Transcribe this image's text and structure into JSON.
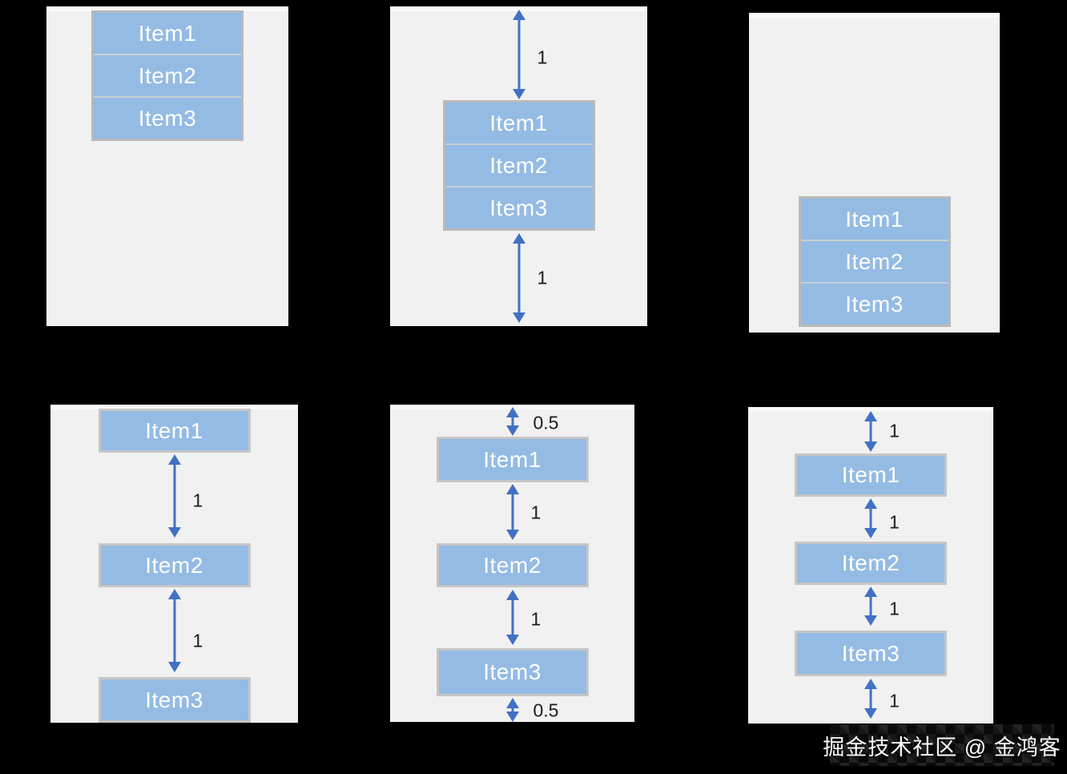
{
  "colors": {
    "canvas_bg": "#000000",
    "panel_bg": "#f1f1f1",
    "item_fill": "#94bbe3",
    "item_text": "#ffffff",
    "item_border": "#c6c6c6",
    "group_border": "#b9b9b9",
    "arrow": "#4171c4",
    "label_text": "#1c1c1c"
  },
  "panels": [
    {
      "items": [
        "Item1",
        "Item2",
        "Item3"
      ],
      "arrow_labels": []
    },
    {
      "items": [
        "Item1",
        "Item2",
        "Item3"
      ],
      "arrow_labels": [
        "1",
        "1"
      ]
    },
    {
      "items": [
        "Item1",
        "Item2",
        "Item3"
      ],
      "arrow_labels": []
    },
    {
      "items": [
        "Item1",
        "Item2",
        "Item3"
      ],
      "arrow_labels": [
        "1",
        "1"
      ]
    },
    {
      "items": [
        "Item1",
        "Item2",
        "Item3"
      ],
      "arrow_labels": [
        "0.5",
        "1",
        "1",
        "0.5"
      ]
    },
    {
      "items": [
        "Item1",
        "Item2",
        "Item3"
      ],
      "arrow_labels": [
        "1",
        "1",
        "1",
        "1"
      ]
    }
  ],
  "watermark": {
    "text": "掘金技术社区 @ 金鸿客"
  }
}
